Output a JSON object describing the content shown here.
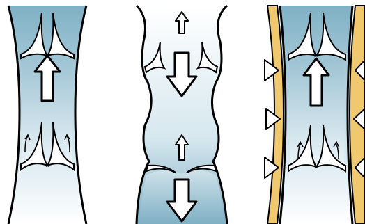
{
  "figure": {
    "panels": [
      {
        "id": "vein-valve-open",
        "flow": "up"
      },
      {
        "id": "vein-valve-reflux",
        "flow": "down"
      },
      {
        "id": "vein-muscle-pump",
        "flow": "up"
      }
    ],
    "colors": {
      "blood_dark": "#7fb0c4",
      "blood_light": "#ffffff",
      "muscle": "#f0c870",
      "outline": "#000000"
    }
  }
}
